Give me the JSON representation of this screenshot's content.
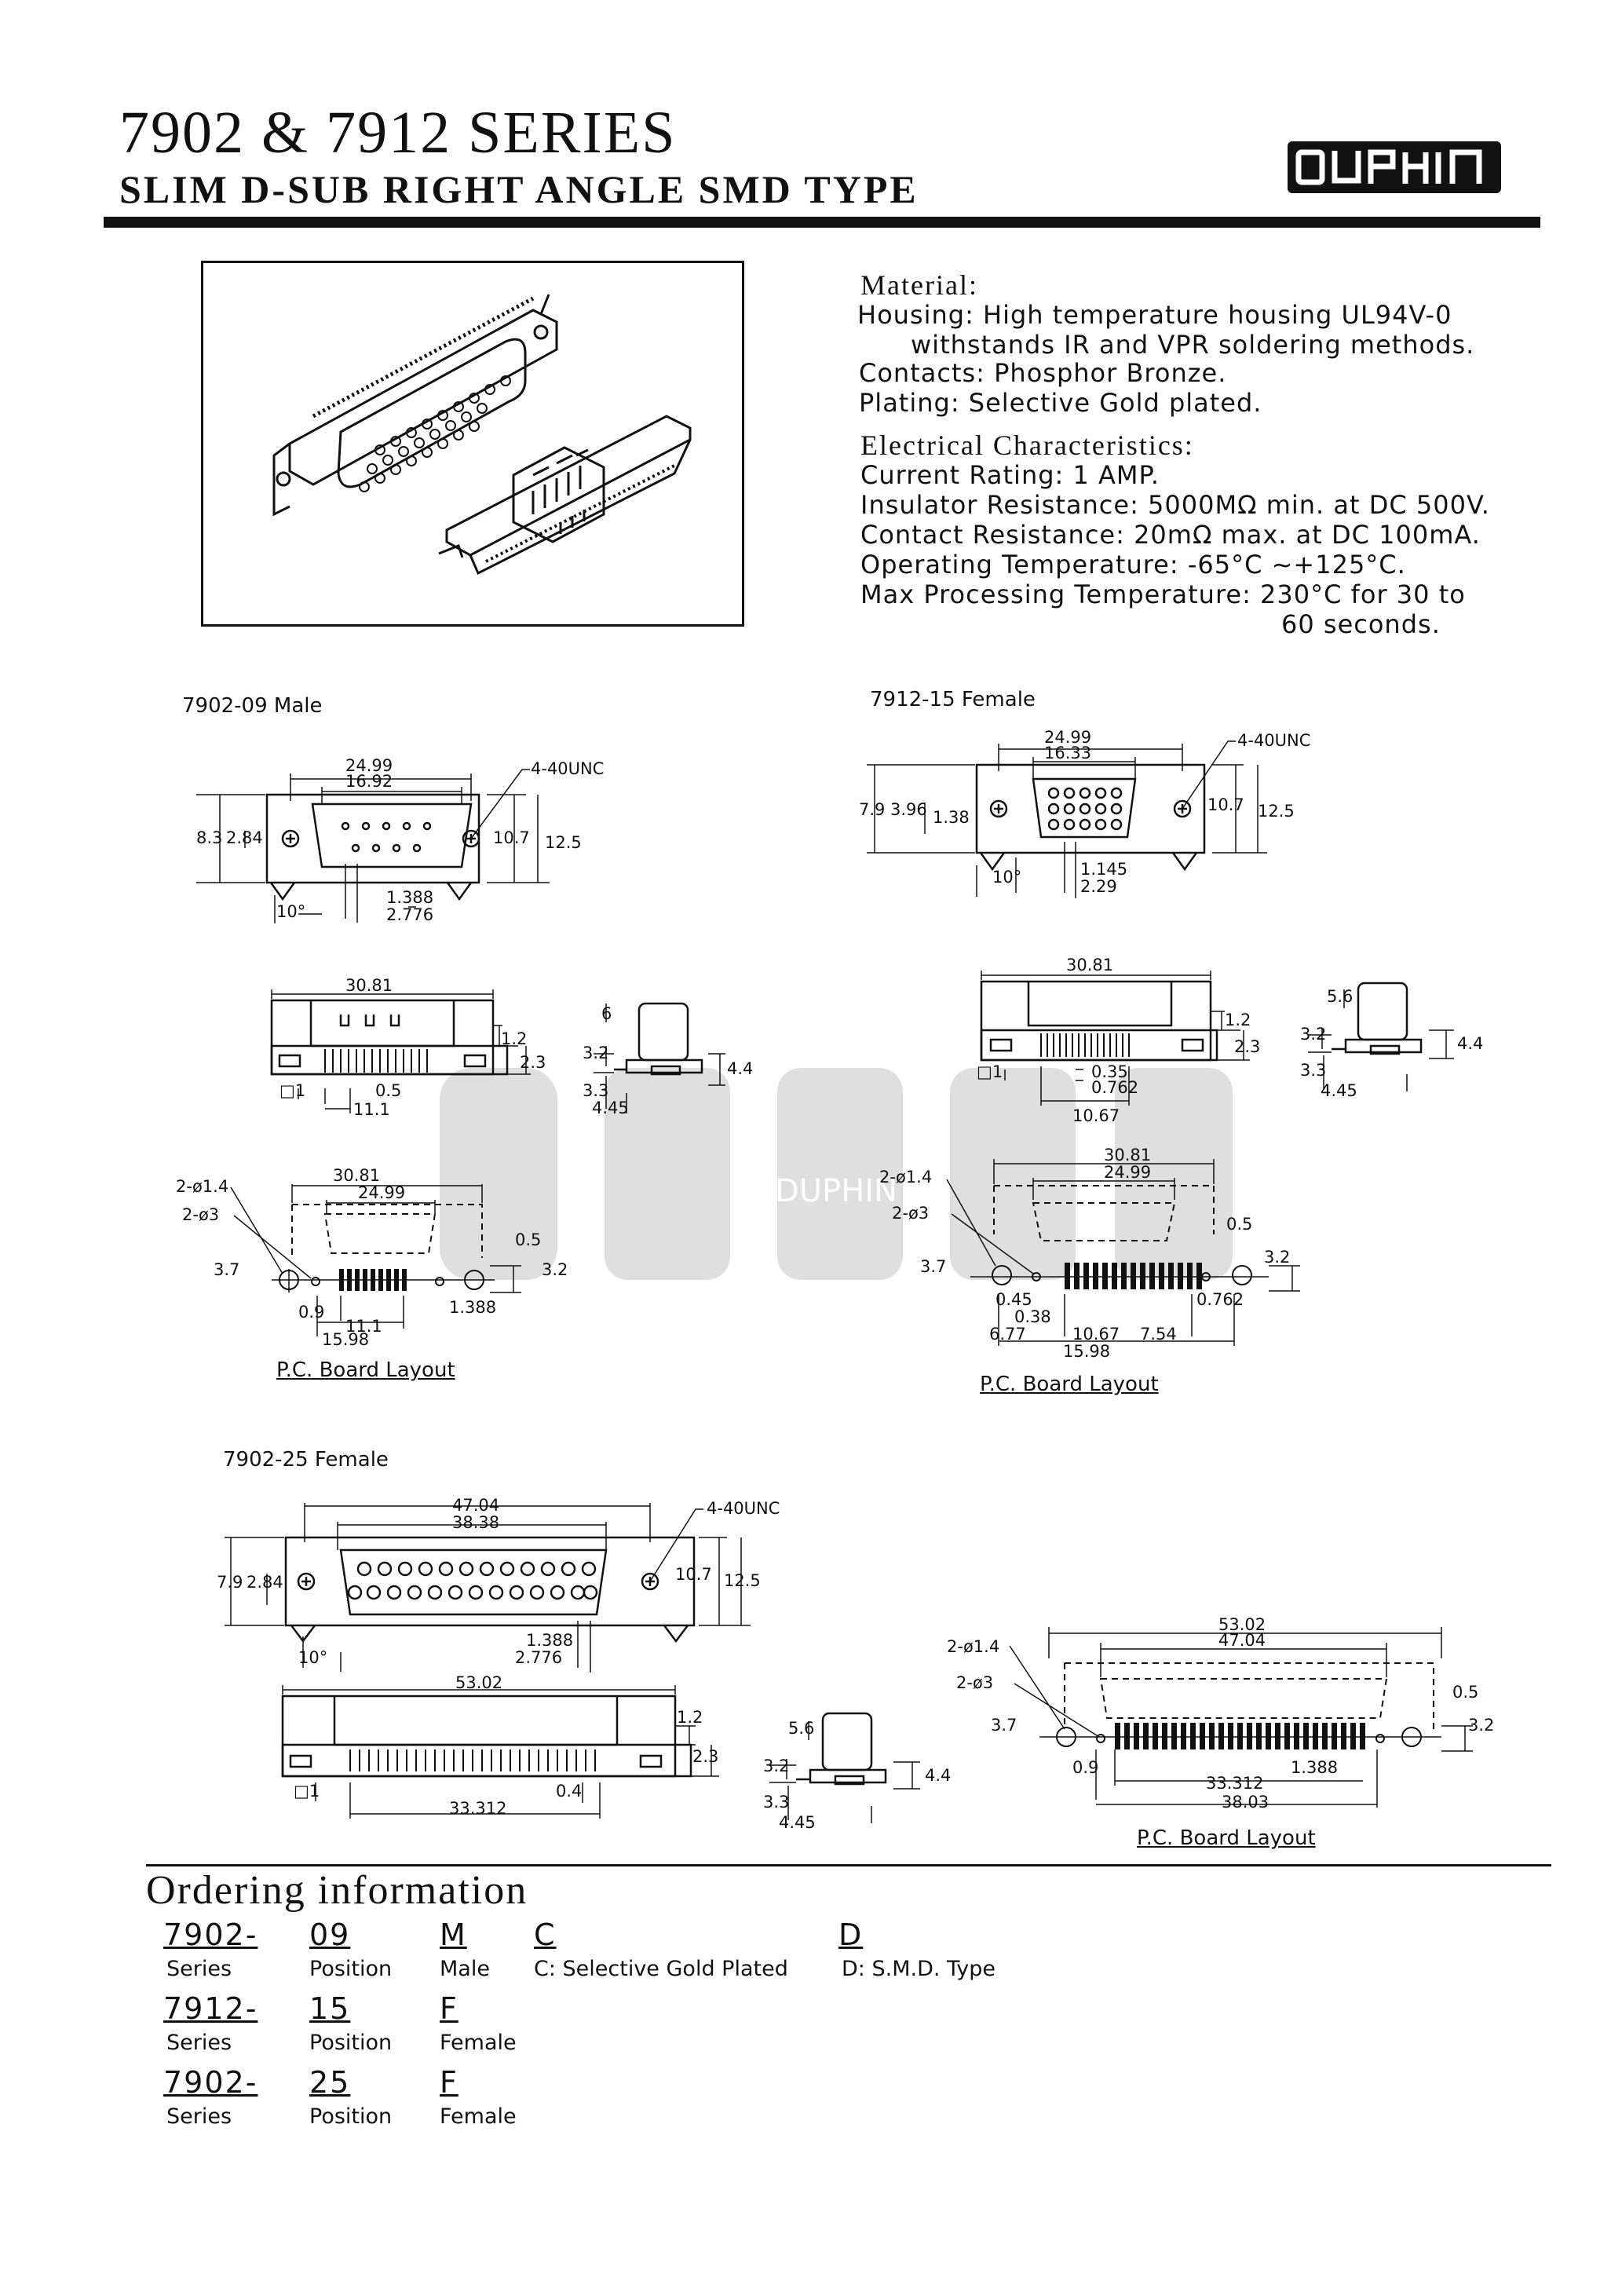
{
  "header": {
    "title": "7902 & 7912 SERIES",
    "subtitle": "SLIM D-SUB RIGHT ANGLE SMD TYPE",
    "logo_text": "DUPHIN"
  },
  "specs": {
    "material_heading": "Material:",
    "housing_label": "Housing:",
    "housing_value": "High temperature housing UL94V-0",
    "housing_value2": "withstands IR and VPR soldering methods.",
    "contacts_label": "Contacts:",
    "contacts_value": "Phosphor Bronze.",
    "plating_label": "Plating:",
    "plating_value": "Selective Gold plated.",
    "electrical_heading": "Electrical Characteristics:",
    "current_label": "Current Rating:",
    "current_value": "1 AMP.",
    "insulator_label": "Insulator Resistance:",
    "insulator_value": "5000MΩ min. at DC 500V.",
    "contact_res_label": "Contact Resistance:",
    "contact_res_value": "20mΩ max. at DC 100mA.",
    "operating_label": "Operating Temperature:",
    "operating_value": "-65°C ~+125°C.",
    "max_proc_label": "Max Processing Temperature:",
    "max_proc_value": "230°C for 30 to",
    "max_proc_value2": "60 seconds."
  },
  "drawings": {
    "d1": {
      "caption": "7902-09 Male",
      "dims": {
        "a": "24.99",
        "b": "16.92",
        "thread": "4-40UNC",
        "h1": "8.3",
        "h2": "2.84",
        "h3": "10.7",
        "h4": "12.5",
        "angle": "10°",
        "p1": "1.388",
        "p2": "2.776"
      }
    },
    "d2": {
      "caption": "7912-15 Female",
      "dims": {
        "a": "24.99",
        "b": "16.33",
        "thread": "4-40UNC",
        "h1": "7.9",
        "h2": "3.96",
        "h3": "1.38",
        "h4": "10.7",
        "h5": "12.5",
        "angle": "10°",
        "p1": "1.145",
        "p2": "2.29"
      }
    },
    "d3": {
      "dims": {
        "w": "30.81",
        "h": "1.2",
        "h2": "2.3",
        "b": "□1",
        "c": "0.5",
        "d": "11.1"
      }
    },
    "d4": {
      "dims": {
        "a": "6",
        "b": "3.2",
        "c": "4.4",
        "d": "3.3",
        "e": "4.45"
      }
    },
    "d5": {
      "dims": {
        "w": "30.81",
        "h": "1.2",
        "h2": "2.3",
        "b": "□1",
        "c": "0.35",
        "d": "0.762",
        "e": "10.67"
      }
    },
    "d6": {
      "dims": {
        "a": "5.6",
        "b": "3.2",
        "c": "4.4",
        "d": "3.3",
        "e": "4.45"
      }
    },
    "d7": {
      "caption": "P.C. Board Layout",
      "dims": {
        "h1": "2-ø1.4",
        "h2": "2-ø3",
        "w1": "30.81",
        "w2": "24.99",
        "a": "0.5",
        "b": "3.7",
        "c": "3.2",
        "d": "0.9",
        "e": "1.388",
        "f": "11.1",
        "g": "15.98"
      }
    },
    "d8": {
      "caption": "P.C. Board Layout",
      "dims": {
        "w1": "30.81",
        "w2": "24.99",
        "h1": "2-ø1.4",
        "h2": "2-ø3",
        "a": "0.5",
        "b": "3.7",
        "c": "3.2",
        "d": "0.45",
        "e": "0.762",
        "f": "0.38",
        "g": "6.77",
        "h": "10.67",
        "i": "7.54",
        "j": "15.98"
      }
    },
    "d9": {
      "caption": "7902-25 Female",
      "dims": {
        "a": "47.04",
        "b": "38.38",
        "thread": "4-40UNC",
        "h1": "7.9",
        "h2": "2.84",
        "h3": "10.7",
        "h4": "12.5",
        "angle": "10°",
        "p1": "1.388",
        "p2": "2.776"
      }
    },
    "d10": {
      "dims": {
        "w": "53.02",
        "h": "1.2",
        "h2": "2.3",
        "b": "□1",
        "c": "0.4",
        "d": "33.312"
      }
    },
    "d11": {
      "dims": {
        "a": "5.6",
        "b": "3.2",
        "c": "4.4",
        "d": "3.3",
        "e": "4.45"
      }
    },
    "d12": {
      "caption": "P.C. Board Layout",
      "dims": {
        "w1": "53.02",
        "w2": "47.04",
        "h1": "2-ø1.4",
        "h2": "2-ø3",
        "a": "0.5",
        "b": "3.7",
        "c": "3.2",
        "d": "0.9",
        "e": "1.388",
        "f": "33.312",
        "g": "38.03"
      }
    }
  },
  "ordering": {
    "heading": "Ordering information",
    "rows": [
      {
        "series": "7902-",
        "position": "09",
        "gender": "M",
        "plating": "C",
        "type": "D",
        "series_lab": "Series",
        "position_lab": "Position",
        "gender_lab": "Male",
        "plating_lab": "C: Selective Gold Plated",
        "type_lab": "D: S.M.D. Type"
      },
      {
        "series": "7912-",
        "position": "15",
        "gender": "F",
        "series_lab": "Series",
        "position_lab": "Position",
        "gender_lab": "Female"
      },
      {
        "series": "7902-",
        "position": "25",
        "gender": "F",
        "series_lab": "Series",
        "position_lab": "Position",
        "gender_lab": "Female"
      }
    ]
  },
  "watermark_text": "DUPHIN"
}
